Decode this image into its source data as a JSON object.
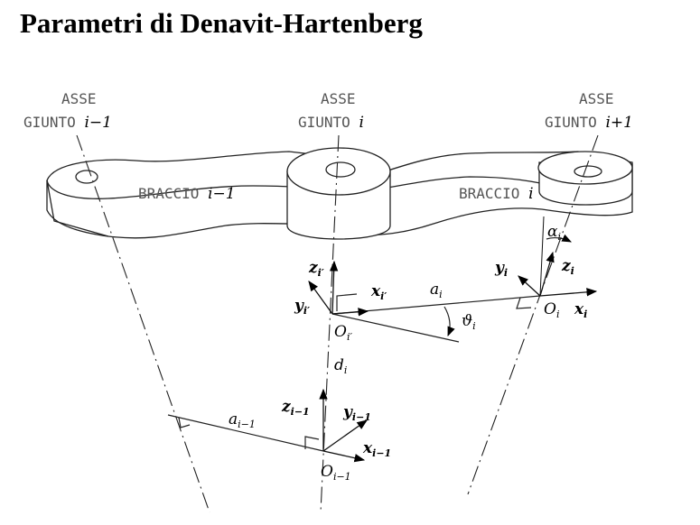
{
  "title": "Parametri di Denavit-Hartenberg",
  "axes": [
    {
      "line1": "ASSE",
      "line2": "GIUNTO",
      "index": "i−1"
    },
    {
      "line1": "ASSE",
      "line2": "GIUNTO",
      "index": "i"
    },
    {
      "line1": "ASSE",
      "line2": "GIUNTO",
      "index": "i+1"
    }
  ],
  "links": [
    {
      "label": "BRACCIO",
      "index": "i−1"
    },
    {
      "label": "BRACCIO",
      "index": "i"
    }
  ],
  "frames": {
    "i_minus_1": {
      "origin": "O",
      "origin_sub": "i−1",
      "z": "z",
      "z_sub": "i−1",
      "y": "y",
      "y_sub": "i−1",
      "x": "x",
      "x_sub": "i−1"
    },
    "i_prime": {
      "origin": "O",
      "origin_sub": "i′",
      "z": "z",
      "z_sub": "i′",
      "y": "y",
      "y_sub": "i′",
      "x": "x",
      "x_sub": "i′"
    },
    "i": {
      "origin": "O",
      "origin_sub": "i",
      "z": "z",
      "z_sub": "i",
      "y": "y",
      "y_sub": "i",
      "x": "x",
      "x_sub": "i"
    }
  },
  "parameters": {
    "a_prev": {
      "sym": "a",
      "sub": "i−1"
    },
    "a": {
      "sym": "a",
      "sub": "i"
    },
    "d": {
      "sym": "d",
      "sub": "i"
    },
    "theta": {
      "sym": "ϑ",
      "sub": "i"
    },
    "alpha": {
      "sym": "α",
      "sub": "i"
    }
  }
}
